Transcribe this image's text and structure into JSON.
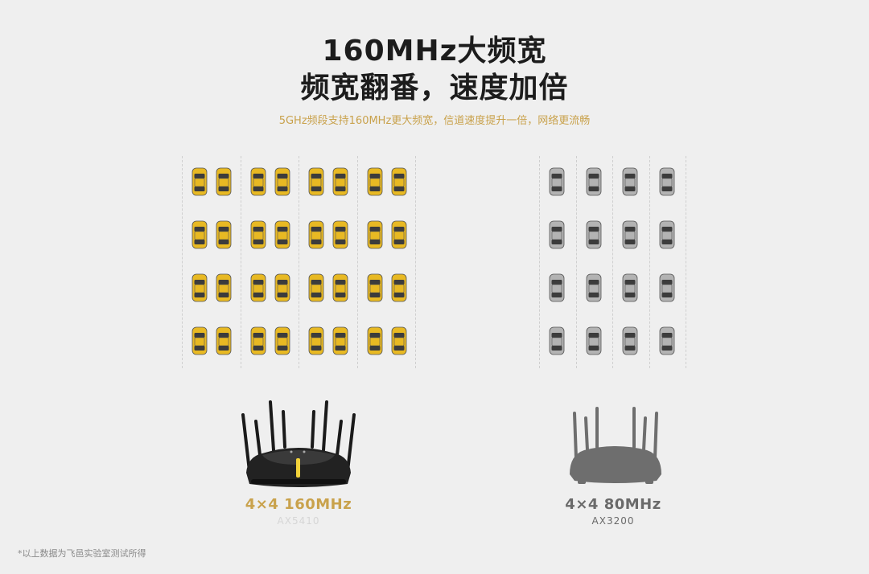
{
  "header": {
    "title_line1": "160MHz大频宽",
    "title_line2": "频宽翻番，速度加倍",
    "subtitle": "5GHz频段支持160MHz更大频宽，信道速度提升一倍，网络更流畅"
  },
  "left_product": {
    "spec": "4×4  160MHz",
    "model": "AX5410",
    "spec_color": "#c9a24c",
    "model_color": "#d6d6d6",
    "car_color": "#e8b923"
  },
  "right_product": {
    "spec": "4×4  80MHz",
    "model": "AX3200",
    "spec_color": "#6a6a6a",
    "model_color": "#6a6a6a",
    "car_color": "#b3b3b3"
  },
  "footnote": "*以上数据为飞邑实验室测试所得"
}
